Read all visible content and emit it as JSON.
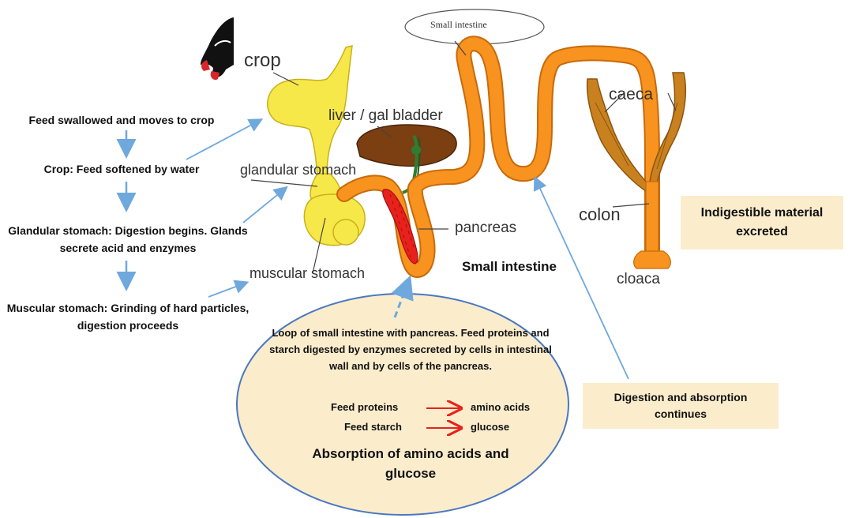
{
  "steps": [
    "Feed swallowed and moves to crop",
    "Crop: Feed softened by water",
    "Glandular stomach: Digestion begins. Glands secrete acid and enzymes",
    "Muscular stomach: Grinding of hard particles, digestion proceeds"
  ],
  "labels": {
    "crop": "crop",
    "liver": "liver / gal bladder",
    "glandular_stomach": "glandular stomach",
    "pancreas": "pancreas",
    "muscular_stomach": "muscular stomach",
    "small_intestine": "Small intestine",
    "small_intestine_top": "Small intestine",
    "colon": "colon",
    "cloaca": "cloaca",
    "caeca": "caeca"
  },
  "boxes": {
    "excreted": "Indigestible material excreted",
    "continues": "Digestion and absorption continues"
  },
  "ellipse": {
    "loop_text": "Loop of small intestine with pancreas. Feed proteins and starch digested by enzymes secreted by cells in intestinal wall and by cells of the pancreas.",
    "protein_from": "Feed proteins",
    "protein_to": "amino acids",
    "starch_from": "Feed starch",
    "starch_to": "glucose",
    "absorption": "Absorption of  amino acids and glucose"
  },
  "colors": {
    "crop_yellow": "#f7e84a",
    "intestine_orange": "#f7931e",
    "liver_brown": "#7b3f12",
    "pancreas_red": "#e8211c",
    "caeca_brown": "#c9811f",
    "ellipse_fill": "#fbeccc",
    "ellipse_stroke": "#4a78c2",
    "arrow_blue": "#6fa8dc"
  }
}
